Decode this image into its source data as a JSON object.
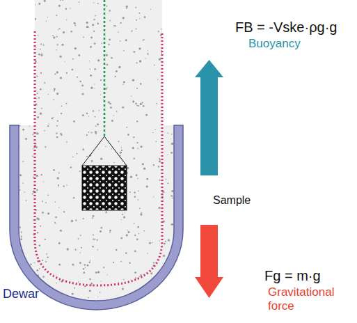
{
  "diagram": {
    "labels": [
      "FB = -Vske·ρg·g",
      "Buoyancy",
      "Sample",
      "Fg = m·g",
      "Gravitational force",
      "Dewar"
    ]
  }
}
